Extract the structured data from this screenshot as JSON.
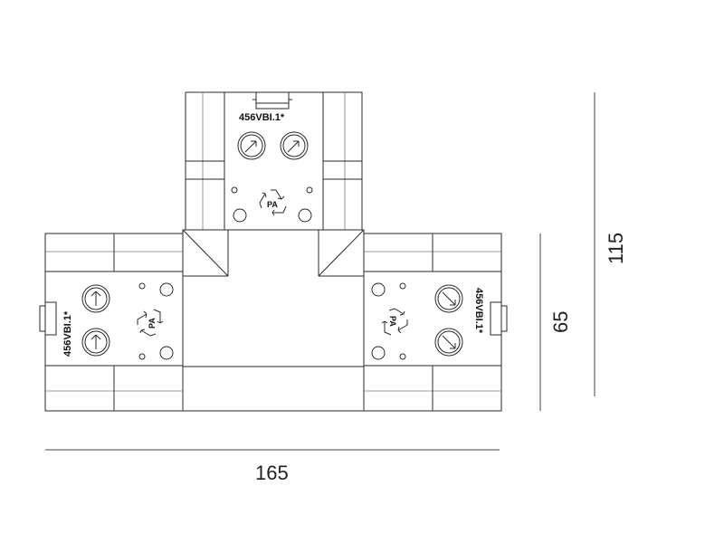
{
  "diagram": {
    "part_code": "456VBI.1*",
    "material_mark": "PA",
    "dimensions": {
      "width": "165",
      "side_height": "65",
      "total_height": "115"
    }
  }
}
